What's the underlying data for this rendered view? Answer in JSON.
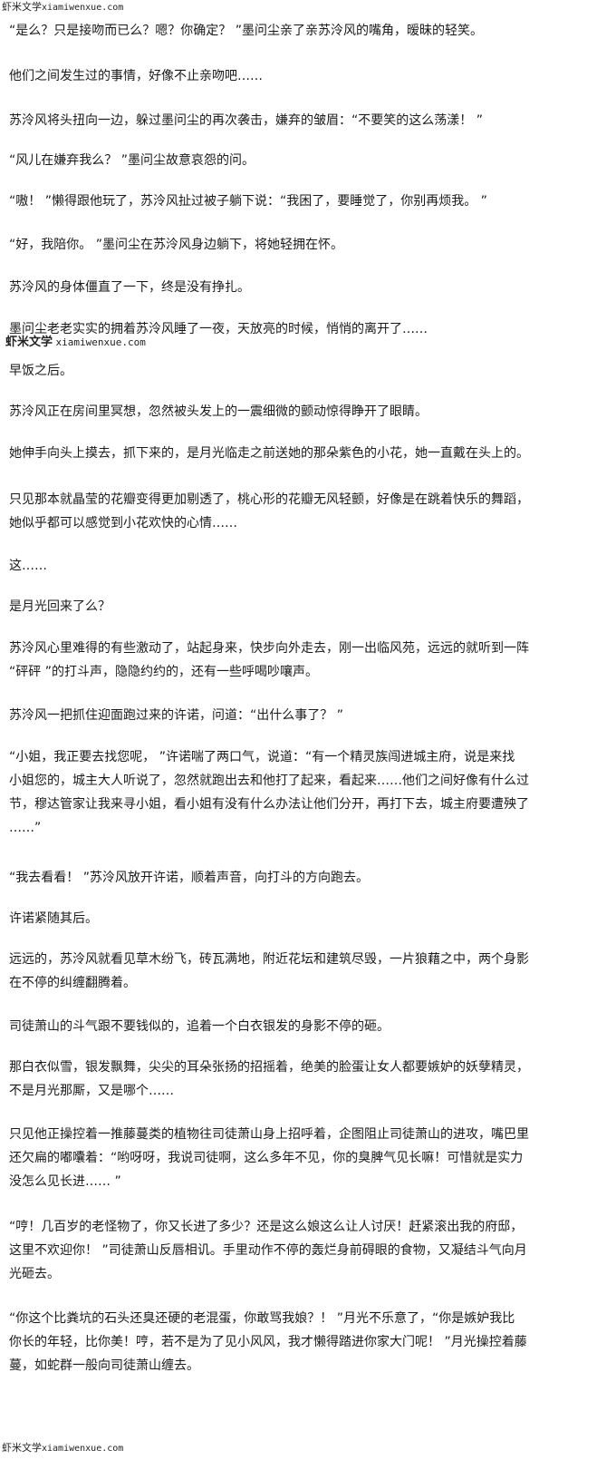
{
  "watermark": {
    "site_name": "虾米文学",
    "site_url": "xiamiwenxue.com"
  },
  "section1": [
    "“是么？只是接吻而已么？嗯？你确定？ ”墨问尘亲了亲苏泠风的嘴角，暧昧的轻笑。",
    "他们之间发生过的事情，好像不止亲吻吧……",
    "苏泠风将头扭向一边，躲过墨问尘的再次袭击，嫌弃的皱眉：“不要笑的这么荡漾！ ”",
    "“风儿在嫌弃我么？ ”墨问尘故意哀怨的问。",
    "“嗷！ ”懒得跟他玩了，苏泠风扯过被子躺下说：“我困了，要睡觉了，你别再烦我。 ”",
    "“好，我陪你。 ”墨问尘在苏泠风身边躺下，将她轻拥在怀。",
    "苏泠风的身体僵直了一下，终是没有挣扎。",
    "墨问尘老老实实的拥着苏泠风睡了一夜，天放亮的时候，悄悄的离开了……"
  ],
  "section2": [
    [
      "早饭之后。"
    ],
    [
      "苏泠风正在房间里冥想，忽然被头发上的一震细微的颤动惊得睁开了眼睛。"
    ],
    [
      "她伸手向头上摸去，抓下来的，是月光临走之前送她的那朵紫色的小花，她一直戴在头上的。"
    ],
    [
      "只见那本就晶莹的花瓣变得更加剔透了，桃心形的花瓣无风轻颤，好像是在跳着快乐的舞蹈，",
      "她似乎都可以感觉到小花欢快的心情……"
    ],
    [
      "这……"
    ],
    [
      "是月光回来了么？"
    ],
    [
      "苏泠风心里难得的有些激动了，站起身来，快步向外走去，刚一出临风苑，远远的就听到一阵",
      "“砰砰 ”的打斗声，隐隐约约的，还有一些呼喝吵嚷声。"
    ],
    [
      "苏泠风一把抓住迎面跑过来的许诺，问道：“出什么事了？ ”"
    ],
    [
      "“小姐，我正要去找您呢， ”许诺喘了两口气，说道：“有一个精灵族闯进城主府，说是来找",
      "小姐您的，城主大人听说了，忽然就跑出去和他打了起来，看起来……他们之间好像有什么过",
      "节，穆达管家让我来寻小姐，看小姐有没有什么办法让他们分开，再打下去，城主府要遭殃了",
      "……”"
    ],
    [
      "“我去看看！ ”苏泠风放开许诺，顺着声音，向打斗的方向跑去。"
    ],
    [
      "许诺紧随其后。"
    ],
    [
      "远远的，苏泠风就看见草木纷飞，砖瓦满地，附近花坛和建筑尽毁，一片狼藉之中，两个身影",
      "在不停的纠缠翻腾着。"
    ],
    [
      "司徒萧山的斗气跟不要钱似的，追着一个白衣银发的身影不停的砸。"
    ],
    [
      "那白衣似雪，银发飘舞，尖尖的耳朵张扬的招摇着，绝美的脸蛋让女人都要嫉妒的妖孽精灵，",
      "不是月光那厮，又是哪个……"
    ],
    [
      "只见他正操控着一推藤蔓类的植物往司徒萧山身上招呼着，企图阻止司徒萧山的进攻，嘴巴里",
      "还欠扁的嘟囔着：“哟呀呀，我说司徒啊，这么多年不见，你的臭脾气见长嘛！可惜就是实力",
      "没怎么见长进…… ”"
    ],
    [
      "“哼！几百岁的老怪物了，你又长进了多少？还是这么娘这么让人讨厌！赶紧滚出我的府邸，",
      "这里不欢迎你！ ”司徒萧山反唇相讥。手里动作不停的轰烂身前碍眼的食物，又凝结斗气向月",
      "光砸去。"
    ],
    [
      "“你这个比粪坑的石头还臭还硬的老混蛋，你敢骂我娘？！ ”月光不乐意了，“你是嫉妒我比",
      "你长的年轻，比你美！哼，若不是为了见小风风，我才懒得踏进你家大门呢！ ”月光操控着藤",
      "蔓，如蛇群一般向司徒萧山缠去。"
    ]
  ]
}
